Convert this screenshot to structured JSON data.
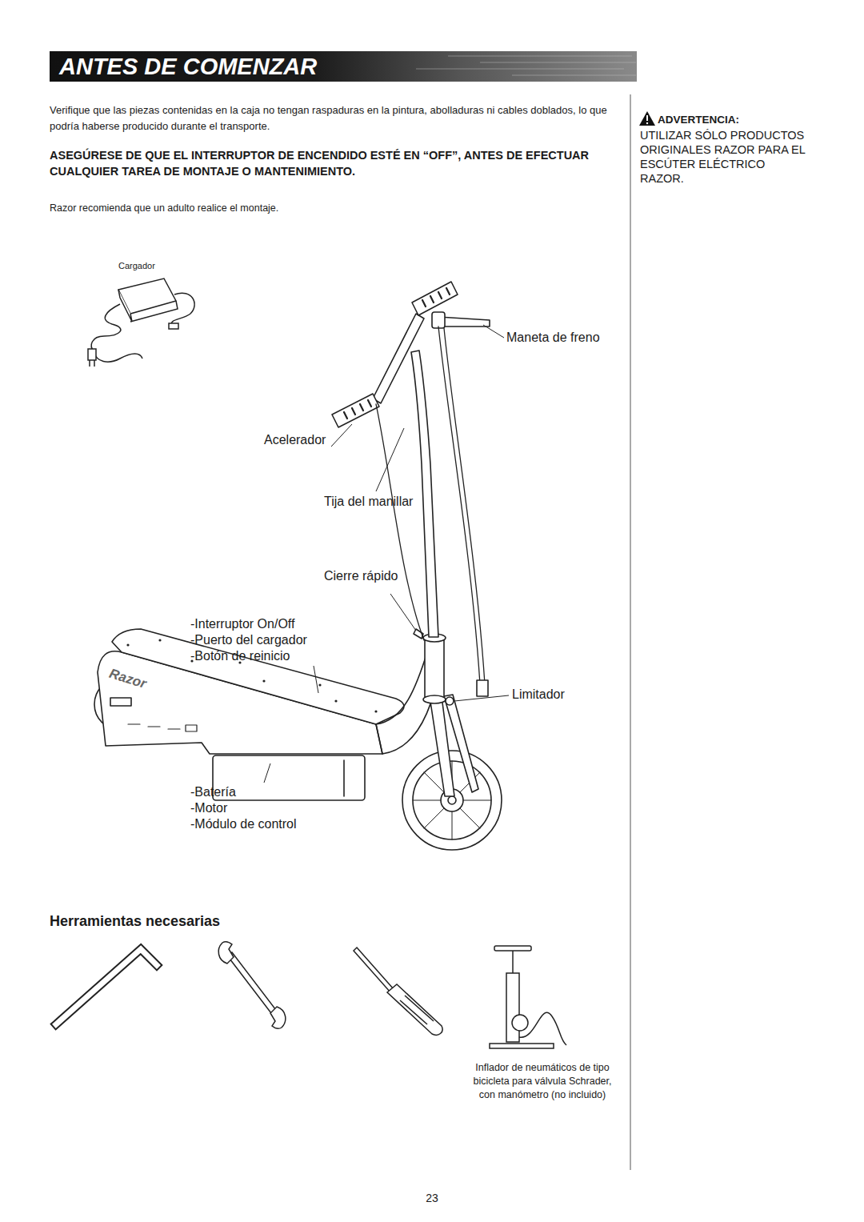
{
  "diagram": {
    "title": "ANTES DE COMENZAR",
    "labels": [
      "Verifique que las piezas contenidas en la caja no tengan raspaduras en la pintura, abolladuras ni cables doblados, lo que podría haberse producido durante el transporte.",
      "ASEGÚRESE DE QUE EL INTERRUPTOR DE ENCENDIDO ESTÉ EN “OFF”, ANTES DE EFECTUAR CUALQUIER TAREA DE MONTAJE O MANTENIMIENTO.",
      "Razor recomienda que un adulto realice el montaje.",
      "ADVERTENCIA:",
      "UTILIZAR SÓLO PRODUCTOS ORIGINALES RAZOR PARA EL ESCÚTER ELÉCTRICO RAZOR.",
      "Cargador",
      "Maneta de freno",
      "Acelerador",
      "Tija del manillar",
      "Cierre rápido",
      "-Interruptor On/Off",
      "-Puerto del cargador",
      "-Botón de reinicio",
      "Limitador",
      "-Batería",
      "-Motor",
      "-Módulo de control",
      "Herramientas necesarias",
      "Inflador de neumáticos de tipo bicicleta para válvula Schrader, con manómetro (no incluido)",
      "23",
      "Razor"
    ]
  }
}
